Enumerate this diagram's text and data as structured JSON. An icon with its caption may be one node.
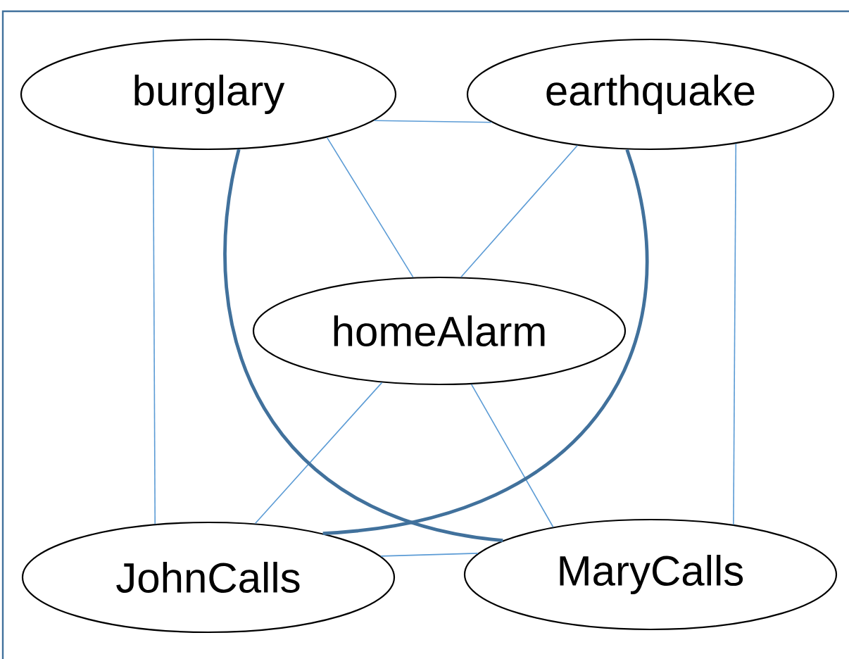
{
  "diagram": {
    "nodes": [
      {
        "text": [
          "burglary"
        ]
      },
      {
        "text": [
          "earthquake"
        ]
      },
      {
        "text": [
          "homeAlarm"
        ]
      },
      {
        "text": [
          "JohnCalls"
        ]
      },
      {
        "text": [
          "MaryCalls"
        ]
      }
    ],
    "edges": [
      {
        "from": 0,
        "to": 1,
        "arrow": "none"
      },
      {
        "from": 0,
        "to": 2,
        "arrow": "none"
      },
      {
        "from": 1,
        "to": 2,
        "arrow": "none"
      },
      {
        "from": 0,
        "to": 3,
        "arrow": "none"
      },
      {
        "from": 1,
        "to": 4,
        "arrow": "none"
      },
      {
        "from": 2,
        "to": 3,
        "arrow": "none"
      },
      {
        "from": 2,
        "to": 4,
        "arrow": "none"
      },
      {
        "from": 3,
        "to": 4,
        "arrow": "none"
      },
      {
        "from": 0,
        "to": 4,
        "arrow": "none",
        "style": "thick",
        "color": "#41719c"
      },
      {
        "from": 1,
        "to": 3,
        "arrow": "none",
        "style": "thick",
        "color": "#41719c"
      }
    ]
  }
}
